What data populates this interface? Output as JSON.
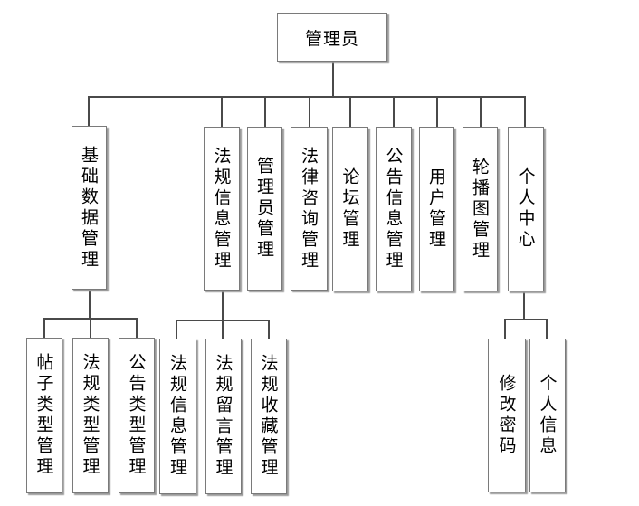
{
  "root": {
    "label": "管理员"
  },
  "level1": [
    {
      "id": "basic-data",
      "label": "基础数据管理"
    },
    {
      "id": "law-info",
      "label": "法规信息管理"
    },
    {
      "id": "admin-mgmt",
      "label": "管理员管理"
    },
    {
      "id": "legal-consult",
      "label": "法律咨询管理"
    },
    {
      "id": "forum",
      "label": "论坛管理"
    },
    {
      "id": "notice-info",
      "label": "公告信息管理"
    },
    {
      "id": "user-mgmt",
      "label": "用户管理"
    },
    {
      "id": "carousel",
      "label": "轮播图管理"
    },
    {
      "id": "personal-center",
      "label": "个人中心"
    }
  ],
  "level2": {
    "basic-data": [
      {
        "id": "post-type",
        "label": "帖子类型管理"
      },
      {
        "id": "law-type",
        "label": "法规类型管理"
      },
      {
        "id": "notice-type",
        "label": "公告类型管理"
      }
    ],
    "law-info": [
      {
        "id": "law-info-sub",
        "label": "法规信息管理"
      },
      {
        "id": "law-comment",
        "label": "法规留言管理"
      },
      {
        "id": "law-collect",
        "label": "法规收藏管理"
      }
    ],
    "personal-center": [
      {
        "id": "change-password",
        "label": "修改密码"
      },
      {
        "id": "personal-info",
        "label": "个人信息"
      }
    ]
  }
}
